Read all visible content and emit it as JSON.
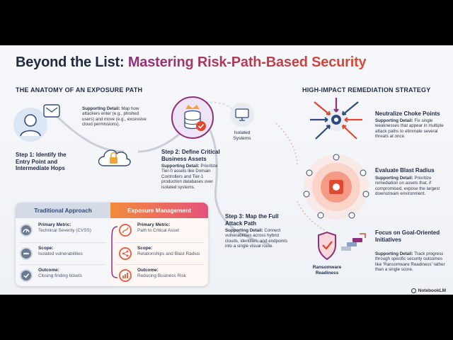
{
  "title": {
    "part1": "Beyond the List:",
    "part2": "Mastering Risk-Path-Based Security"
  },
  "anatomy": {
    "heading": "THE ANATOMY OF AN EXPOSURE PATH",
    "step1": {
      "title": "Step 1: Identify the Entry Point and Intermediate Hops",
      "detail_label": "Supporting Detail:",
      "detail": "Map how attackers enter (e.g., phished users) and move (e.g., excessive cloud permissions)."
    },
    "step2": {
      "title": "Step 2: Define Critical Business Assets",
      "detail_label": "Supporting Detail:",
      "detail": "Prioritize Tier-0 assets like Domain Controllers and Tier-1 production databases over isolated systems."
    },
    "isolated_label": "Isolated Systems",
    "step3": {
      "title": "Step 3: Map the Full Attack Path",
      "detail_label": "Supporting Detail:",
      "detail": "Connect vulnerabilities across hybrid clouds, identities, and endpoints into a single visual route."
    }
  },
  "compare": {
    "left_header": "Traditional Approach",
    "right_header": "Exposure Management",
    "left_rows": [
      {
        "label": "Primary Metric:",
        "value": "Technical Severity (CVSS)",
        "icon": "gauge-icon"
      },
      {
        "label": "Scope:",
        "value": "Isolated vulnerabilities",
        "icon": "dots-icon"
      },
      {
        "label": "Outcome:",
        "value": "Closing finding tickets",
        "icon": "check-icon"
      }
    ],
    "right_rows": [
      {
        "label": "Primary Metric:",
        "value": "Path to Critical Asset",
        "icon": "path-icon"
      },
      {
        "label": "Scope:",
        "value": "Relationships and Blast Radius",
        "icon": "share-icon"
      },
      {
        "label": "Outcome:",
        "value": "Reducing Business Risk",
        "icon": "bar-chart-icon"
      }
    ]
  },
  "remediation": {
    "heading": "HIGH-IMPACT REMEDIATION STRATEGY",
    "choke": {
      "title": "Neutralize Choke Points",
      "detail_label": "Supporting Detail:",
      "detail": "Fix single weaknesses that appear in multiple attack paths to eliminate several threats at once."
    },
    "blast": {
      "title": "Evaluate Blast Radius",
      "detail_label": "Supporting Detail:",
      "detail": "Prioritize remediation on assets that, if compromised, expose the largest downstream environment."
    },
    "goal": {
      "title": "Focus on Goal-Oriented Initiatives",
      "detail_label": "Supporting Detail:",
      "detail": "Track progress through specific security outcomes like 'Ransomware Readiness' rather than a single score."
    },
    "ransomware_label": "Ransomware Readiness"
  },
  "footer": {
    "brand": "NotebookLM"
  },
  "colors": {
    "navy": "#1f2a44",
    "accent_red": "#e0482f",
    "accent_purple": "#8e2f7a",
    "orange": "#f08b3e"
  }
}
